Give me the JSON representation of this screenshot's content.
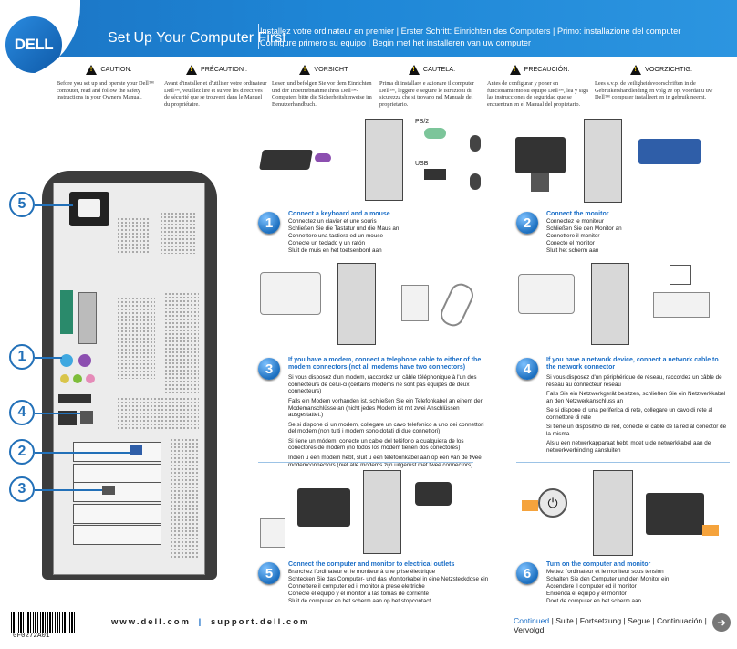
{
  "header": {
    "logo": "DELL",
    "title": "Set Up Your Computer First",
    "subtitle_line1": "Installez votre ordinateur en premier | Erster Schritt: Einrichten des Computers | Primo: installazione del computer",
    "subtitle_line2": "Configure primero su equipo | Begin met het installeren van uw computer"
  },
  "cautions": [
    {
      "heading": "CAUTION:",
      "text": "Before you set up and operate your Dell™ computer, read and follow the safety instructions in your Owner's Manual."
    },
    {
      "heading": "PRÉCAUTION :",
      "text": "Avant d'installer et d'utiliser votre ordinateur Dell™, veuillez lire et suivre les directives de sécurité que se trouvent dans le Manuel du propriétaire."
    },
    {
      "heading": "VORSICHT:",
      "text": "Lesen und befolgen Sie vor dem Einrichten und der Inbetriebnahme Ihres Dell™-Computers bitte die Sicherheitshinweise im Benutzerhandbuch."
    },
    {
      "heading": "CAUTELA:",
      "text": "Prima di installare e azionare il computer Dell™, leggere e seguire le istruzioni di sicurezza che si trovano nel Manuale del proprietario."
    },
    {
      "heading": "PRECAUCIÓN:",
      "text": "Antes de configurar y poner en funcionamiento su equipo Dell™, lea y siga las instrucciones de seguridad que se encuentran en el Manual del propietario."
    },
    {
      "heading": "VOORZICHTIG:",
      "text": "Lees s.v.p. de veiligheidsvoorschriften in de Gebruikershandleiding en volg ze op, voordat u uw Dell™ computer installeert en in gebruik neemt."
    }
  ],
  "callouts": [
    "5",
    "1",
    "4",
    "2",
    "3"
  ],
  "illustrations": {
    "ps2": "PS/2",
    "usb": "USB"
  },
  "steps": [
    {
      "num": "1",
      "title": "Connect a keyboard and a mouse",
      "lines": [
        "Connectez un clavier et une souris",
        "Schließen Sie die Tastatur und die Maus an",
        "Connettere una tastiera ed un mouse",
        "Conecte un teclado y un ratón",
        "Sluit de muis en het toetsenbord aan"
      ]
    },
    {
      "num": "2",
      "title": "Connect the monitor",
      "lines": [
        "Connectez le moniteur",
        "Schließen Sie den Monitor an",
        "Connettere il monitor",
        "Conecte el monitor",
        "Sluit het scherm aan"
      ]
    },
    {
      "num": "3",
      "title": "If you have a modem, connect a telephone cable to either of the modem connectors (not all modems have two connectors)",
      "lines": [
        "Si vous disposez d'un modem, raccordez un câble téléphonique à l'un des connecteurs de celui-ci (certains modems ne sont pas équipés de deux connecteurs)",
        "Falls ein Modem vorhanden ist, schließen Sie ein Telefonkabel an einem der Modemanschlüsse an (nicht jedes Modem ist mit zwei Anschlüssen ausgestattet.)",
        "Se si dispone di un modem, collegare un cavo telefonico a uno dei connettori del modem (non tutti i modem sono dotati di due connettori)",
        "Si tiene un módem, conecte un cable del teléfono a cualquiera de los conectores de módem (no todos los módem tienen dos conectores)",
        "Indien u een modem hebt, sluit u een telefoonkabel aan op een van de twee modemconnectors (niet alle modems zijn uitgerust met twee connectors)"
      ]
    },
    {
      "num": "4",
      "title": "If you have a network device, connect a network cable to the network connector",
      "lines": [
        "Si vous disposez d'un périphérique de réseau, raccordez un câble de réseau au connecteur réseau",
        "Falls Sie ein Netzwerkgerät besitzen, schließen Sie ein Netzwerkkabel an den Netzwerkanschluss an",
        "Se si dispone di una periferica di rete, collegare un cavo di rete al connettore di rete",
        "Si tiene un dispositivo de red, conecte el cable de la red al conector de la misma",
        "Als u een netwerkapparaat hebt, moet u de netwerkkabel aan de netwerkverbinding aansluiten"
      ]
    },
    {
      "num": "5",
      "title": "Connect the computer and monitor to electrical outlets",
      "lines": [
        "Branchez l'ordinateur et le moniteur à une prise électrique",
        "Schtecken Sie das Computer- und das Monitorkabel in eine Netzsteckdose ein",
        "Connettere il computer ed il monitor a prese elettriche",
        "Conecte el equipo y el monitor a las tomas de corriente",
        "Sluit de computer en het scherm aan op het stopcontact"
      ]
    },
    {
      "num": "6",
      "title": "Turn on the computer and monitor",
      "lines": [
        "Mettez l'ordinateur et le moniteur sous tension",
        "Schalten Sie den Computer und den Monitor ein",
        "Accendere il computer ed il monitor",
        "Encienda el equipo y el monitor",
        "Doet de computer en het scherm aan"
      ]
    }
  ],
  "footer": {
    "part_number": "0F0272A01",
    "web": "www.dell.com",
    "separator": "|",
    "support": "support.dell.com",
    "continued": "Continued",
    "continued_rest": "| Suite | Fortsetzung | Segue | Continuación | Vervolgd"
  },
  "colors": {
    "accent": "#1e86d6",
    "step_title": "#1a6ec7",
    "callout": "#2270b8"
  }
}
